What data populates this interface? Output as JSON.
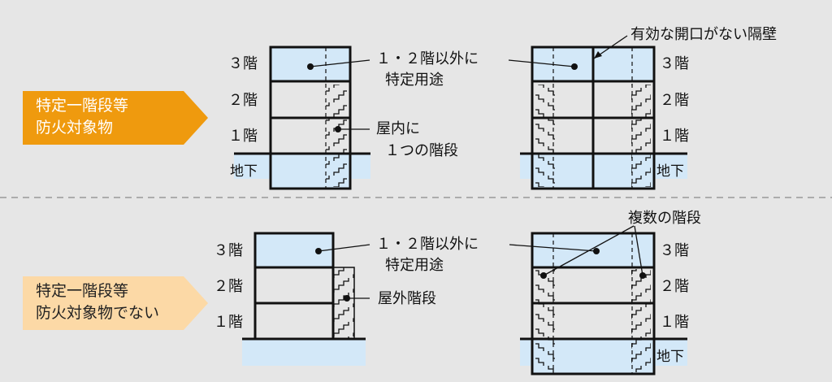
{
  "category_top": {
    "line1": "特定一階段等",
    "line2": "防火対象物",
    "color": "#ef9a0e",
    "text_color": "#ffffff"
  },
  "category_bottom": {
    "line1": "特定一階段等",
    "line2": "防火対象物でない",
    "color": "#fcd9a6",
    "text_color": "#222222"
  },
  "floor_labels": {
    "f3": "３階",
    "f2": "２階",
    "f1": "１階",
    "basement": "地下"
  },
  "annotations": {
    "other_than_1_2_floor": "１・２階以外に",
    "specific_use": "特定用途",
    "indoor": "屋内に",
    "one_stair": "１つの階段",
    "no_opening_wall": "有効な開口がない隔壁",
    "outdoor_stair": "屋外階段",
    "multiple_stairs": "複数の階段"
  },
  "colors": {
    "highlight": "#d3e8f8",
    "line": "#111111",
    "divider": "#999999"
  }
}
